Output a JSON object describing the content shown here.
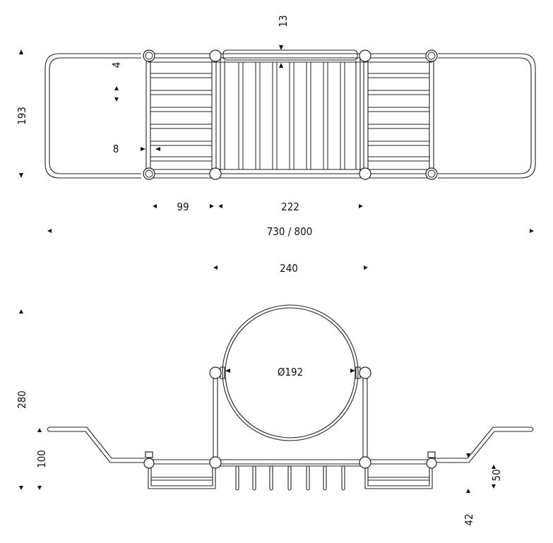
{
  "top_view": {
    "dims": {
      "gap_top": "13",
      "rod_spacing": "4",
      "height": "193",
      "rod_offset": "8",
      "side_tray": "99",
      "center_tray": "222",
      "overall": "730 / 800"
    }
  },
  "front_view": {
    "dims": {
      "mirror_frame": "240",
      "mirror_diameter": "Ø192",
      "total_height": "280",
      "arm_height": "100",
      "basket_depth": "50",
      "tray_depth": "42"
    }
  },
  "colors": {
    "line": "#222222",
    "background": "#ffffff"
  }
}
